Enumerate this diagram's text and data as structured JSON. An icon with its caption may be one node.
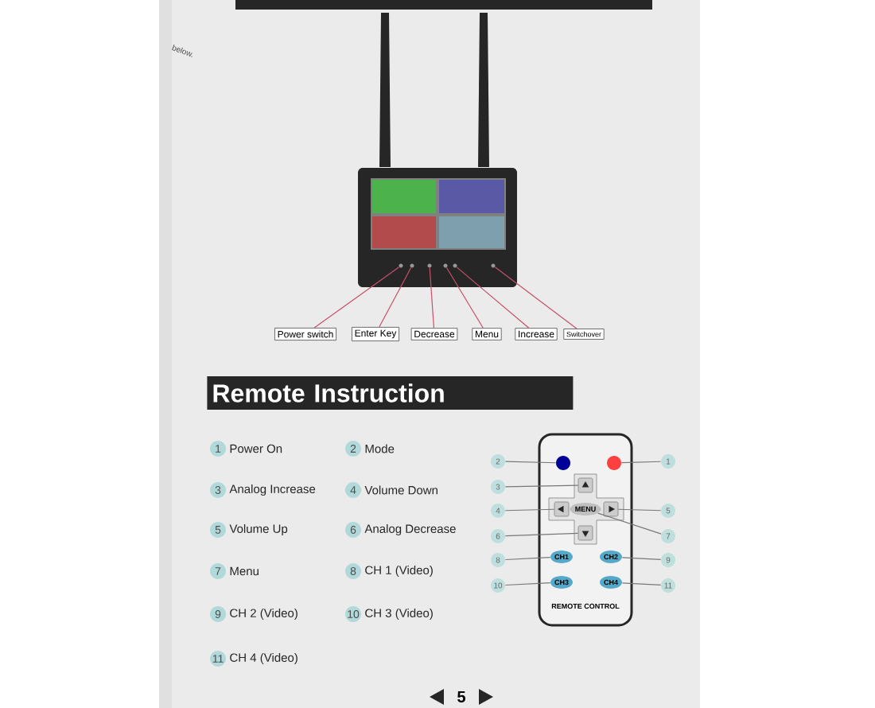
{
  "diagram": {
    "title": "Remote Instruction",
    "nodes": [
      {
        "text": [],
        "shape": "picture"
      },
      {
        "text": [],
        "shape": "circle",
        "in": 0
      },
      {
        "text": [],
        "shape": "circle",
        "in": 0
      },
      {
        "text": [],
        "shape": "circle",
        "in": 0
      },
      {
        "text": [],
        "shape": "circle",
        "in": 0
      },
      {
        "text": [],
        "shape": "circle",
        "in": 0
      },
      {
        "text": [],
        "shape": "circle",
        "in": 0
      },
      {
        "text": [
          "Power switch"
        ]
      },
      {
        "text": [
          "Enter Key"
        ]
      },
      {
        "text": [
          "Decrease"
        ]
      },
      {
        "text": [
          "Menu"
        ]
      },
      {
        "text": [
          "Increase"
        ]
      },
      {
        "text": [
          "Switchover"
        ]
      },
      {
        "text": [
          "1"
        ]
      },
      {
        "text": [
          "2"
        ]
      },
      {
        "text": [
          "3"
        ]
      },
      {
        "text": [
          "4"
        ]
      },
      {
        "text": [
          "5"
        ]
      },
      {
        "text": [
          "6"
        ]
      },
      {
        "text": [
          "7"
        ]
      },
      {
        "text": [
          "8"
        ]
      },
      {
        "text": [
          "9"
        ]
      },
      {
        "text": [
          "10"
        ]
      },
      {
        "text": [
          "11"
        ]
      },
      {
        "text": [
          "REMOTE CONTROL"
        ]
      },
      {
        "text": [],
        "shape": "circle",
        "in": 24
      },
      {
        "text": [],
        "shape": "circle",
        "in": 24
      },
      {
        "text": [],
        "shape": "box",
        "in": 24
      },
      {
        "text": [],
        "shape": "box",
        "in": 24
      },
      {
        "text": [],
        "shape": "box",
        "in": 24
      },
      {
        "text": [],
        "shape": "box",
        "in": 24
      },
      {
        "text": [
          "MENU"
        ],
        "in": 24
      },
      {
        "text": [
          "CH1"
        ],
        "in": 24
      },
      {
        "text": [
          "CH2"
        ],
        "in": 24
      },
      {
        "text": [
          "CH3"
        ],
        "in": 24
      },
      {
        "text": [
          "CH4"
        ],
        "in": 24
      }
    ],
    "edges": [
      {
        "from": 7,
        "to": 1,
        "arrow": "none",
        "color": "#c8506a"
      },
      {
        "from": 8,
        "to": 2,
        "arrow": "none",
        "color": "#c8506a"
      },
      {
        "from": 9,
        "to": 3,
        "arrow": "none",
        "color": "#c8506a"
      },
      {
        "from": 10,
        "to": 4,
        "arrow": "none",
        "color": "#c8506a"
      },
      {
        "from": 11,
        "to": 5,
        "arrow": "none",
        "color": "#c8506a"
      },
      {
        "from": 12,
        "to": 6,
        "arrow": "none",
        "color": "#c8506a"
      },
      {
        "from": 13,
        "to": 26,
        "arrow": "none"
      },
      {
        "from": 14,
        "to": 25,
        "arrow": "none"
      },
      {
        "from": 15,
        "to": 27,
        "arrow": "none"
      },
      {
        "from": 16,
        "to": 28,
        "arrow": "none"
      },
      {
        "from": 17,
        "to": 29,
        "arrow": "none"
      },
      {
        "from": 18,
        "to": 30,
        "arrow": "none"
      },
      {
        "from": 19,
        "to": 31,
        "arrow": "none"
      },
      {
        "from": 20,
        "to": 32,
        "arrow": "none"
      },
      {
        "from": 21,
        "to": 33,
        "arrow": "none"
      },
      {
        "from": 22,
        "to": 34,
        "arrow": "none"
      },
      {
        "from": 23,
        "to": 35,
        "arrow": "none"
      }
    ],
    "labels": [
      "below.",
      "1",
      "Power On",
      "2",
      "Mode",
      "3",
      "Analog Increase",
      "4",
      "Volume Down",
      "5",
      "Volume Up",
      "6",
      "Analog Decrease",
      "7",
      "Menu",
      "8",
      "CH 1 (Video)",
      "9",
      "CH 2 (Video)",
      "10",
      "CH 3 (Video)",
      "11",
      "CH 4 (Video)",
      "5"
    ]
  }
}
